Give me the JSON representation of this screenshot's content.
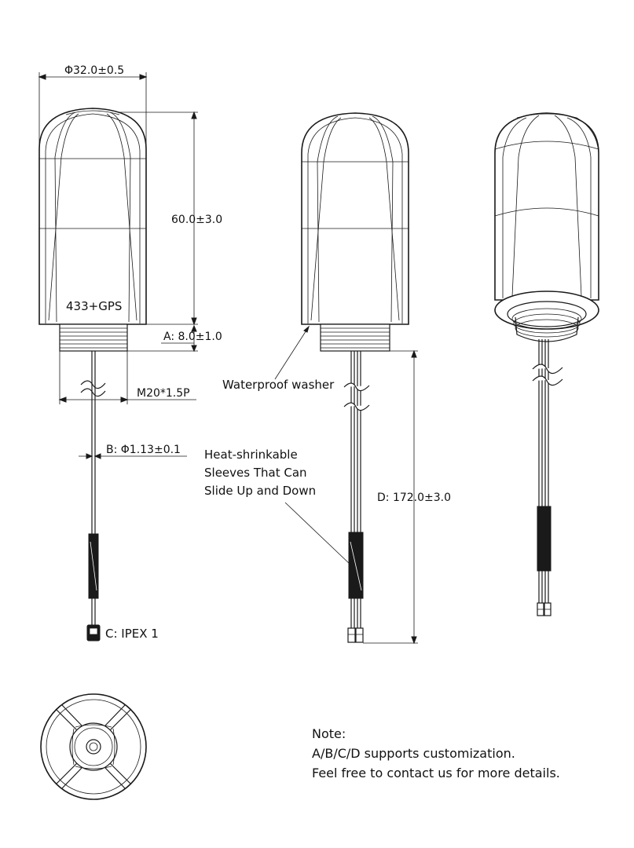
{
  "dimensions": {
    "diameter": "Φ32.0±0.5",
    "height": "60.0±3.0",
    "thread_length": "A:  8.0±1.0",
    "thread": "M20*1.5P",
    "cable_diameter": "B:  Φ1.13±0.1",
    "cable_length": "D:  172.0±3.0",
    "connector": "C:  IPEX 1"
  },
  "product_label": "433+GPS",
  "callouts": {
    "washer": "Waterproof washer",
    "sleeve_line1": "Heat-shrinkable",
    "sleeve_line2": "Sleeves That Can",
    "sleeve_line3": "Slide Up and Down"
  },
  "note": {
    "title": "Note:",
    "line1": "A/B/C/D supports customization.",
    "line2": "Feel free to contact us for more details."
  }
}
